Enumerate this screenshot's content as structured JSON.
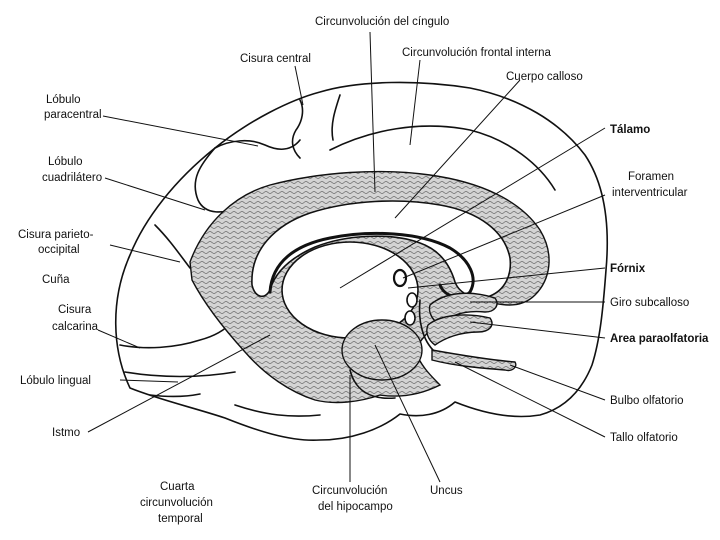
{
  "labels": {
    "circ_cingulo": "Circunvolución del cíngulo",
    "cisura_central": "Cisura central",
    "circ_frontal_interna": "Circunvolución frontal interna",
    "cuerpo_calloso": "Cuerpo calloso",
    "lobulo_paracentral_1": "Lóbulo",
    "lobulo_paracentral_2": "paracentral",
    "talamo": "Tálamo",
    "lobulo_cuadrilatero_1": "Lóbulo",
    "lobulo_cuadrilatero_2": "cuadrilátero",
    "foramen_1": "Foramen",
    "foramen_2": "interventricular",
    "cisura_parieto_1": "Cisura parieto-",
    "cisura_parieto_2": "occipital",
    "fornix": "Fórnix",
    "cuna": "Cuña",
    "giro_subcalloso": "Giro subcalloso",
    "cisura_calcarina_1": "Cisura",
    "cisura_calcarina_2": "calcarina",
    "area_paraolfatoria": "Area paraolfatoria",
    "lobulo_lingual": "Lóbulo lingual",
    "bulbo_olfatorio": "Bulbo olfatorio",
    "istmo": "Istmo",
    "tallo_olfatorio": "Tallo olfatorio",
    "cuarta_1": "Cuarta",
    "cuarta_2": "circunvolución",
    "cuarta_3": "temporal",
    "circ_hipocampo_1": "Circunvolución",
    "circ_hipocampo_2": "del hipocampo",
    "uncus": "Uncus"
  }
}
